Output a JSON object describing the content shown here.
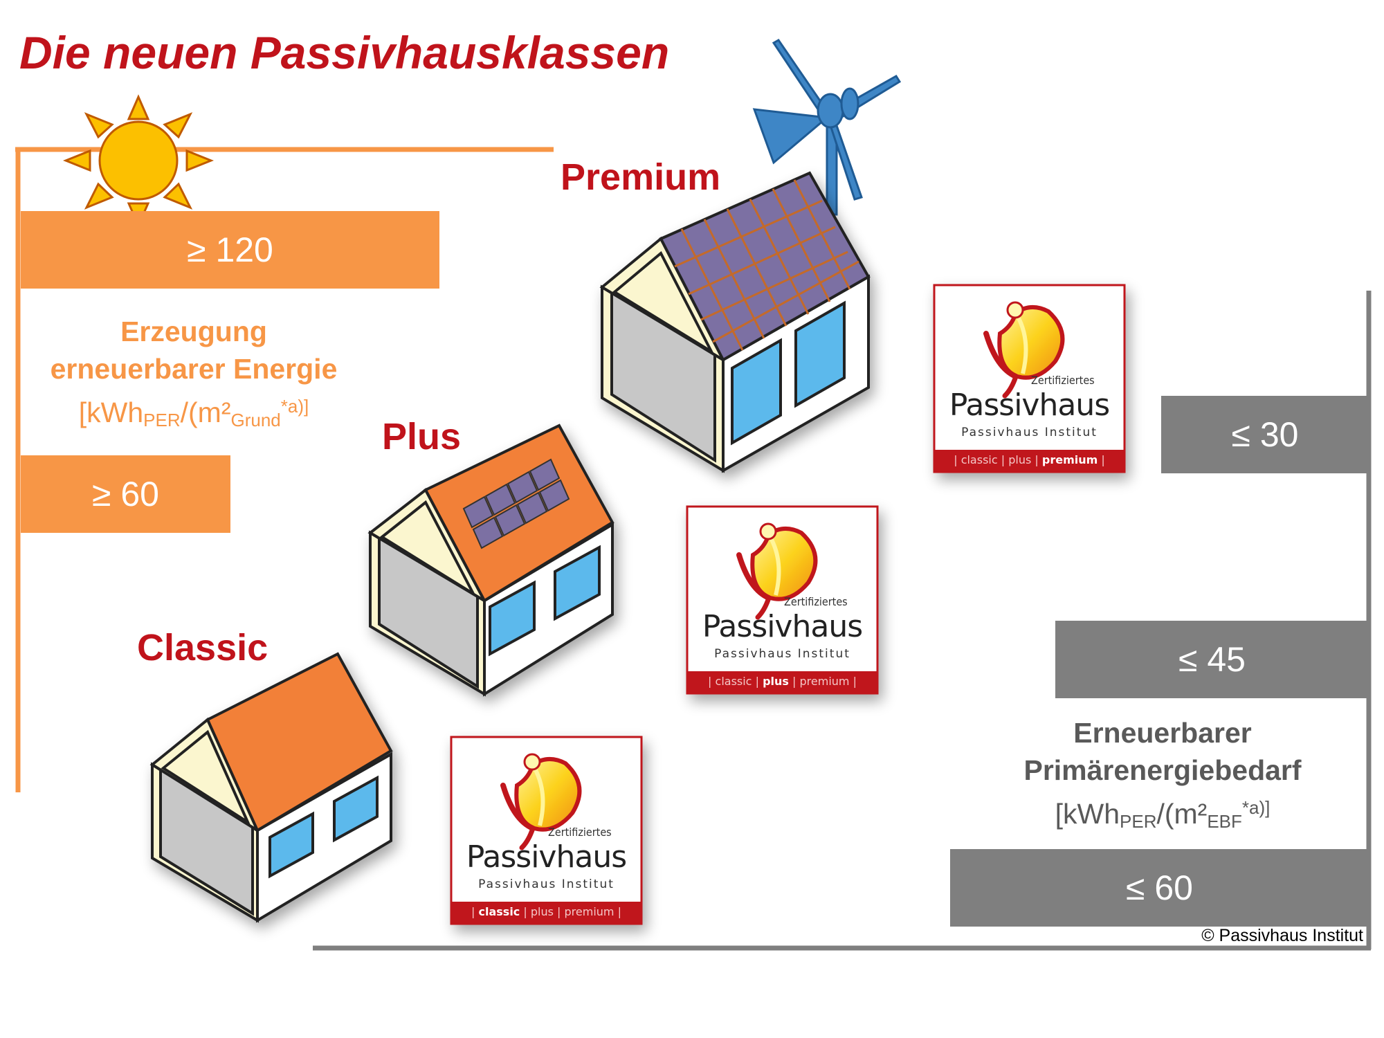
{
  "title": "Die neuen Passivhausklassen",
  "classes": {
    "classic": "Classic",
    "plus": "Plus",
    "premium": "Premium"
  },
  "renewable_generation": {
    "bar_120": "≥ 120",
    "bar_60": "≥ 60",
    "caption_line1": "Erzeugung",
    "caption_line2": "erneuerbarer Energie",
    "unit_open": "[kWh",
    "unit_sub1": "PER",
    "unit_mid": "/(m²",
    "unit_sub2": "Grund",
    "unit_close": "*a)]"
  },
  "primary_energy_demand": {
    "bar_30": "≤ 30",
    "bar_45": "≤ 45",
    "bar_60": "≤ 60",
    "caption_line1": "Erneuerbarer",
    "caption_line2": "Primärenergiebedarf",
    "unit_open": "[kWh",
    "unit_sub1": "PER",
    "unit_mid": "/(m²",
    "unit_sub2": "EBF",
    "unit_close": "*a)]"
  },
  "badge": {
    "certified": "Zertifiziertes",
    "brand": "Passivhaus",
    "institute": "Passivhaus Institut",
    "tier_classic": "classic",
    "tier_plus": "plus",
    "tier_premium": "premium",
    "separator": "|"
  },
  "copyright": "© Passivhaus Institut",
  "colors": {
    "title_red": "#c0131b",
    "orange": "#f79646",
    "gray": "#7f7f7f",
    "roof_orange": "#f28037",
    "solar_panel": "#7b6fa3",
    "window_blue": "#5bb9ec",
    "wind_turbine": "#3e86c6",
    "sun_yellow": "#fcc000"
  }
}
